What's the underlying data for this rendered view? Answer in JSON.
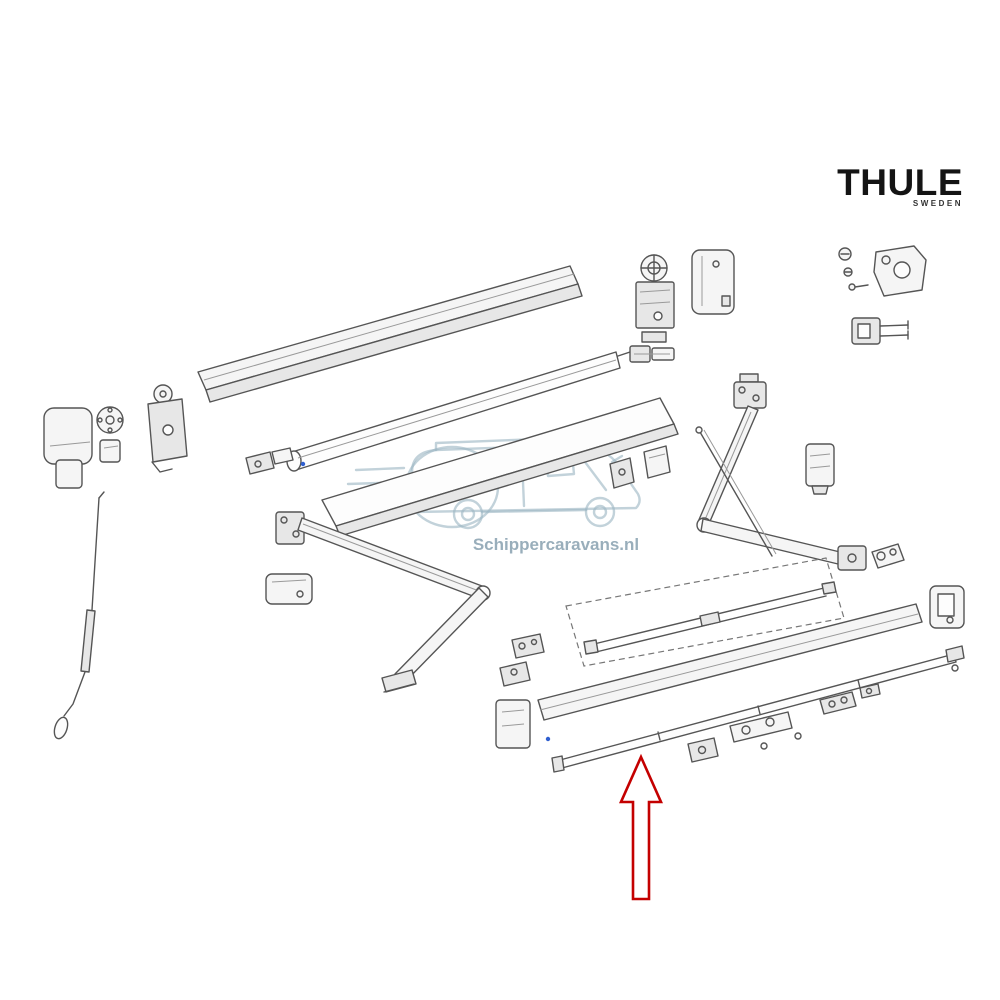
{
  "page": {
    "background": "#ffffff",
    "kind": "exploded-parts-diagram",
    "subject": "Thule awning spare parts schematic"
  },
  "logo": {
    "brand": "THULE",
    "country": "SWEDEN",
    "color": "#141414"
  },
  "watermark": {
    "text": "Schippercaravans.nl",
    "color": "#8fa6b4"
  },
  "annotation": {
    "arrow_color": "#c40000",
    "arrow_direction": "up",
    "points_at": "front lead-rail part at bottom center"
  },
  "diagram": {
    "line_color": "#555555",
    "parts": [
      "case-lid-profile",
      "roller-tube",
      "awning-fabric",
      "left-end-cap",
      "round-knob",
      "left-mount-bracket",
      "crank-handle",
      "left-spring-arm",
      "arm-cover-box",
      "right-spring-arm",
      "motor-gear-unit",
      "motor-cover",
      "coupler",
      "top-right-screws",
      "top-right-plate",
      "pin-bracket",
      "right-box-bracket",
      "right-clamp",
      "right-end-plate",
      "dashed-optional-rod-kit",
      "small-clips",
      "rail-end-cap",
      "front-lead-rail",
      "bottom-tension-rail",
      "bottom-rail-fittings"
    ]
  }
}
